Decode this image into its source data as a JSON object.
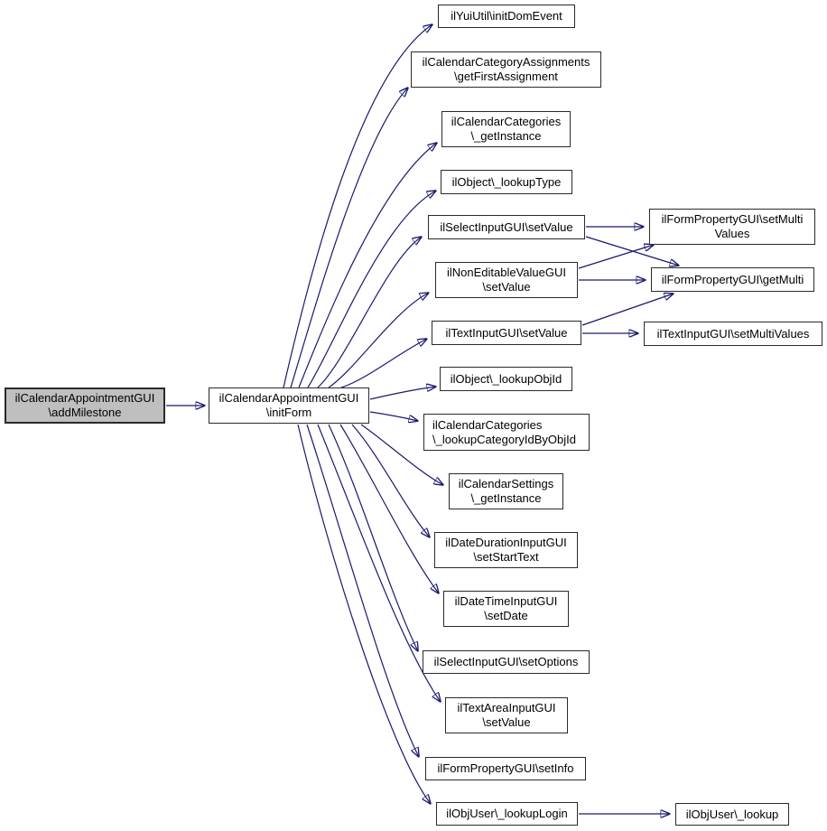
{
  "diagram": {
    "type": "call-graph",
    "background_color": "#ffffff",
    "edge_color": "#191970",
    "node_border_color": "#2a2a2a",
    "root_fill_color": "#bfbfbf",
    "nodes": {
      "addMilestone": {
        "label": "ilCalendarAppointmentGUI\n\\addMilestone",
        "highlighted": true
      },
      "initForm": {
        "label": "ilCalendarAppointmentGUI\n\\initForm",
        "highlighted": false
      },
      "initDomEvent": {
        "label": "ilYuiUtil\\initDomEvent",
        "highlighted": false
      },
      "getFirstAssignment": {
        "label": "ilCalendarCategoryAssignments\n\\getFirstAssignment",
        "highlighted": false
      },
      "categoriesGetInstance": {
        "label": "ilCalendarCategories\n\\_getInstance",
        "highlighted": false
      },
      "lookupType": {
        "label": "ilObject\\_lookupType",
        "highlighted": false
      },
      "selectSetValue": {
        "label": "ilSelectInputGUI\\setValue",
        "highlighted": false
      },
      "nonEditableSetValue": {
        "label": "ilNonEditableValueGUI\n\\setValue",
        "highlighted": false
      },
      "textSetValue": {
        "label": "ilTextInputGUI\\setValue",
        "highlighted": false
      },
      "lookupObjId": {
        "label": "ilObject\\_lookupObjId",
        "highlighted": false
      },
      "lookupCategoryIdByObjId": {
        "label": "ilCalendarCategories\n\\_lookupCategoryIdByObjId",
        "highlighted": false
      },
      "settingsGetInstance": {
        "label": "ilCalendarSettings\n\\_getInstance",
        "highlighted": false
      },
      "setStartText": {
        "label": "ilDateDurationInputGUI\n\\setStartText",
        "highlighted": false
      },
      "setDate": {
        "label": "ilDateTimeInputGUI\n\\setDate",
        "highlighted": false
      },
      "setOptions": {
        "label": "ilSelectInputGUI\\setOptions",
        "highlighted": false
      },
      "textAreaSetValue": {
        "label": "ilTextAreaInputGUI\n\\setValue",
        "highlighted": false
      },
      "setInfo": {
        "label": "ilFormPropertyGUI\\setInfo",
        "highlighted": false
      },
      "lookupLogin": {
        "label": "ilObjUser\\_lookupLogin",
        "highlighted": false
      },
      "setMultiValues": {
        "label": "ilFormPropertyGUI\\setMulti\nValues",
        "highlighted": false
      },
      "getMulti": {
        "label": "ilFormPropertyGUI\\getMulti",
        "highlighted": false
      },
      "textSetMultiValues": {
        "label": "ilTextInputGUI\\setMultiValues",
        "highlighted": false
      },
      "objUserLookup": {
        "label": "ilObjUser\\_lookup",
        "highlighted": false
      }
    },
    "edges": [
      {
        "from": "addMilestone",
        "to": "initForm"
      },
      {
        "from": "initForm",
        "to": "initDomEvent"
      },
      {
        "from": "initForm",
        "to": "getFirstAssignment"
      },
      {
        "from": "initForm",
        "to": "categoriesGetInstance"
      },
      {
        "from": "initForm",
        "to": "lookupType"
      },
      {
        "from": "initForm",
        "to": "selectSetValue"
      },
      {
        "from": "initForm",
        "to": "nonEditableSetValue"
      },
      {
        "from": "initForm",
        "to": "textSetValue"
      },
      {
        "from": "initForm",
        "to": "lookupObjId"
      },
      {
        "from": "initForm",
        "to": "lookupCategoryIdByObjId"
      },
      {
        "from": "initForm",
        "to": "settingsGetInstance"
      },
      {
        "from": "initForm",
        "to": "setStartText"
      },
      {
        "from": "initForm",
        "to": "setDate"
      },
      {
        "from": "initForm",
        "to": "setOptions"
      },
      {
        "from": "initForm",
        "to": "textAreaSetValue"
      },
      {
        "from": "initForm",
        "to": "setInfo"
      },
      {
        "from": "initForm",
        "to": "lookupLogin"
      },
      {
        "from": "selectSetValue",
        "to": "setMultiValues"
      },
      {
        "from": "selectSetValue",
        "to": "getMulti"
      },
      {
        "from": "nonEditableSetValue",
        "to": "setMultiValues"
      },
      {
        "from": "nonEditableSetValue",
        "to": "getMulti"
      },
      {
        "from": "textSetValue",
        "to": "getMulti"
      },
      {
        "from": "textSetValue",
        "to": "textSetMultiValues"
      },
      {
        "from": "lookupLogin",
        "to": "objUserLookup"
      }
    ]
  }
}
